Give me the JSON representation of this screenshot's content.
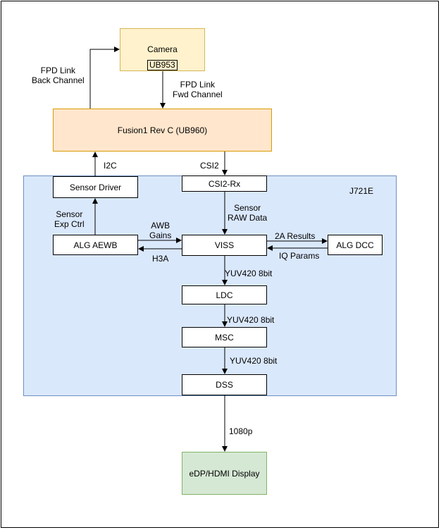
{
  "region": {
    "label": "J721E"
  },
  "nodes": {
    "camera": {
      "label": "Camera",
      "chip": "UB953",
      "fill": "#fff2cc",
      "stroke": "#d6b656"
    },
    "fusion": {
      "label": "Fusion1 Rev C (UB960)",
      "fill": "#ffe6cc",
      "stroke": "#d79b00"
    },
    "csi2rx": {
      "label": "CSI2-Rx"
    },
    "sensor_driver": {
      "label": "Sensor Driver"
    },
    "alg_aewb": {
      "label": "ALG AEWB"
    },
    "viss": {
      "label": "VISS"
    },
    "alg_dcc": {
      "label": "ALG DCC"
    },
    "ldc": {
      "label": "LDC"
    },
    "msc": {
      "label": "MSC"
    },
    "dss": {
      "label": "DSS"
    },
    "display": {
      "label": "eDP/HDMI Display",
      "fill": "#d5e8d4",
      "stroke": "#82b366"
    }
  },
  "edges": {
    "fpd_back": "FPD Link\nBack Channel",
    "fpd_fwd": "FPD Link\nFwd Channel",
    "i2c": "I2C",
    "csi2": "CSI2",
    "sensor_exp": "Sensor\nExp Ctrl",
    "sensor_raw": "Sensor\nRAW Data",
    "awb_gains": "AWB\nGains",
    "h3a": "H3A",
    "results_2a": "2A Results",
    "iq_params": "IQ Params",
    "yuv_1": "YUV420 8bit",
    "yuv_2": "YUV420 8bit",
    "yuv_3": "YUV420 8bit",
    "out_1080p": "1080p"
  },
  "colors": {
    "region_fill": "#dae8fc",
    "region_stroke": "#6c8ebf",
    "line": "#000000"
  }
}
